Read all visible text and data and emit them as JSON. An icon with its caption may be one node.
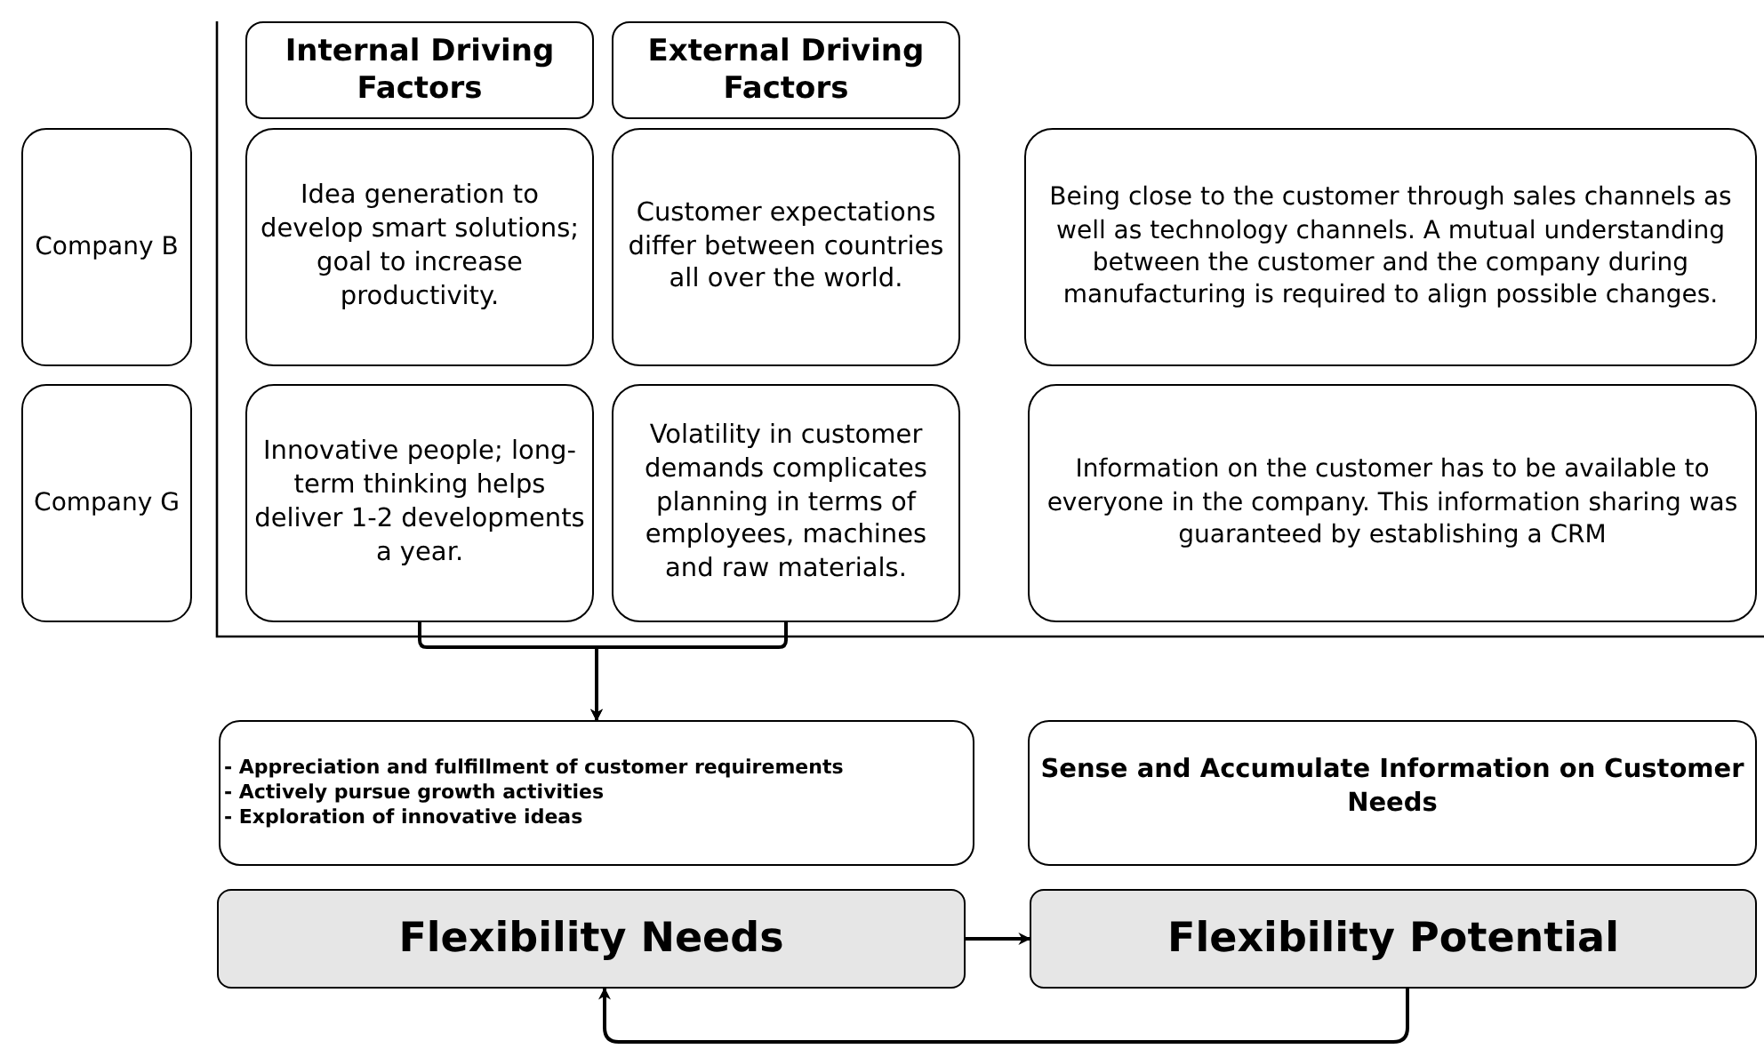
{
  "diagram": {
    "nodes": [
      {
        "text": [
          "Internal Driving Factors"
        ]
      },
      {
        "text": [
          "External Driving Factors"
        ]
      },
      {
        "text": [
          "Company B"
        ]
      },
      {
        "text": [
          "Idea generation to develop smart solutions; goal to increase productivity."
        ]
      },
      {
        "text": [
          "Customer expectations differ between countries all over the world."
        ]
      },
      {
        "text": [
          "Being close to the customer through sales channels as well as technology channels. A mutual understanding between the customer and the company during manufacturing is required to align possible changes."
        ]
      },
      {
        "text": [
          "Company G"
        ]
      },
      {
        "text": [
          "Innovative people; long-term thinking helps deliver 1-2 developments a year."
        ]
      },
      {
        "text": [
          "Volatility in customer demands complicates planning in terms of employees, machines and raw materials."
        ]
      },
      {
        "text": [
          "Information on the customer has to be available to everyone in the company. This information sharing was guaranteed by establishing a CRM"
        ]
      },
      {
        "text": [
          "- Appreciation and fulfillment of customer requirements",
          "- Actively pursue growth activities",
          "- Exploration of innovative ideas"
        ]
      },
      {
        "text": [
          "Sense and Accumulate Information on Customer Needs"
        ]
      },
      {
        "text": [
          "Flexibility Needs"
        ]
      },
      {
        "text": [
          "Flexibility Potential"
        ]
      }
    ],
    "edges": [
      {
        "from": 7,
        "to": 10,
        "arrow": "to"
      },
      {
        "from": 8,
        "to": 10,
        "arrow": "to"
      },
      {
        "from": 12,
        "to": 13,
        "arrow": "to"
      },
      {
        "from": 13,
        "to": 12,
        "arrow": "to"
      }
    ]
  }
}
